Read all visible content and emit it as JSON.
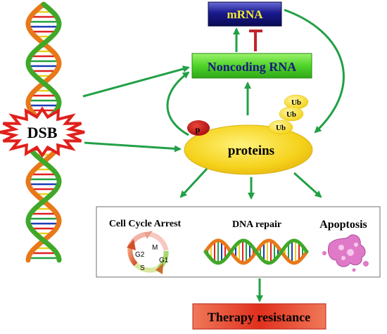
{
  "nodes": {
    "mrna": "mRNA",
    "noncoding": "Noncoding RNA",
    "dsb": "DSB",
    "proteins": "proteins",
    "phospho": "p",
    "ub1": "Ub",
    "ub2": "Ub",
    "ub3": "Ub"
  },
  "outcomes": {
    "cell_cycle": "Cell Cycle Arrest",
    "dna_repair": "DNA repair",
    "apoptosis": "Apoptosis",
    "phase_m": "M",
    "phase_g2": "G2",
    "phase_g1": "G1",
    "phase_s": "S"
  },
  "result": "Therapy resistance",
  "colors": {
    "arrow": "#22a046",
    "inhibit": "#c0242a",
    "mrna_fill": "#1a1a8c",
    "noncoding_fill": "#5ddc2c",
    "proteins_fill": "#f5d21c",
    "dsb_fill": "#ffffff",
    "dsb_stroke": "#e0201c",
    "therapy_fill": "#e0301e"
  },
  "icons": [
    "dna-helix-icon",
    "cell-cycle-icon",
    "dna-strand-icon",
    "apoptotic-cell-icon"
  ]
}
